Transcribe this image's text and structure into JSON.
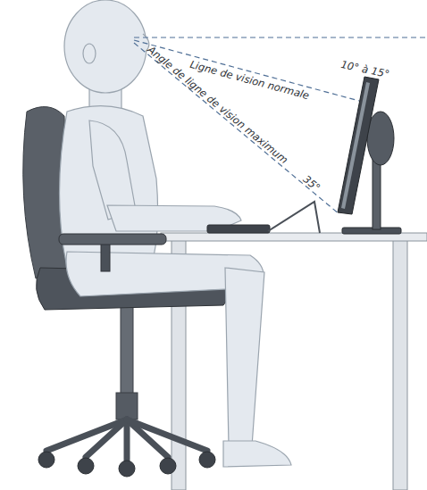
{
  "diagram": {
    "labels": [
      "Ligne de vision normale",
      "10° à 15°",
      "Angle de ligne de vision maximum",
      "35°"
    ]
  }
}
